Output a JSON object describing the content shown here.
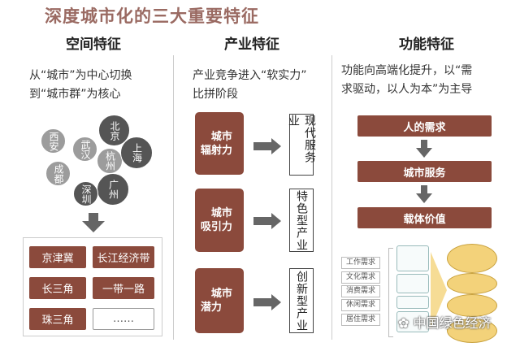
{
  "title": "深度城市化的三大重要特征",
  "columns": [
    {
      "heading": "空间特征",
      "text": [
        "从“城市”为中心切换",
        "到“城市群”为核心"
      ],
      "cities": [
        "西安",
        "武汉",
        "北京",
        "杭州",
        "上海",
        "成都",
        "广州",
        "深圳"
      ],
      "regions": [
        "京津冀",
        "长江经济带",
        "长三角",
        "一带一路",
        "珠三角",
        "……"
      ]
    },
    {
      "heading": "产业特征",
      "text": [
        "产业竞争进入“软实力”",
        "比拼阶段"
      ],
      "forces": [
        "城市辐射力",
        "城市吸引力",
        "城市潜力"
      ],
      "forces_lines": [
        [
          "城市",
          "辐射力"
        ],
        [
          "城市",
          "吸引力"
        ],
        [
          "城市",
          "潜力"
        ]
      ],
      "industries": [
        "现代服务业",
        "特色型产业",
        "创新型产业"
      ]
    },
    {
      "heading": "功能特征",
      "text": [
        "功能向高端化提升，以“需",
        "求驱动，以人为本”为主导"
      ],
      "flow": [
        "人的需求",
        "城市服务",
        "载体价值"
      ],
      "needs": [
        "工作需求",
        "文化需求",
        "消费需求",
        "休闲需求",
        "居住需求"
      ]
    }
  ],
  "watermark": "中国绿色经济",
  "colors": {
    "brown": "#8b4a3c",
    "title": "#9a6a62",
    "dark_circle": "#555555",
    "light_circle": "#9c9c9c",
    "oval": "#f3d27a"
  }
}
